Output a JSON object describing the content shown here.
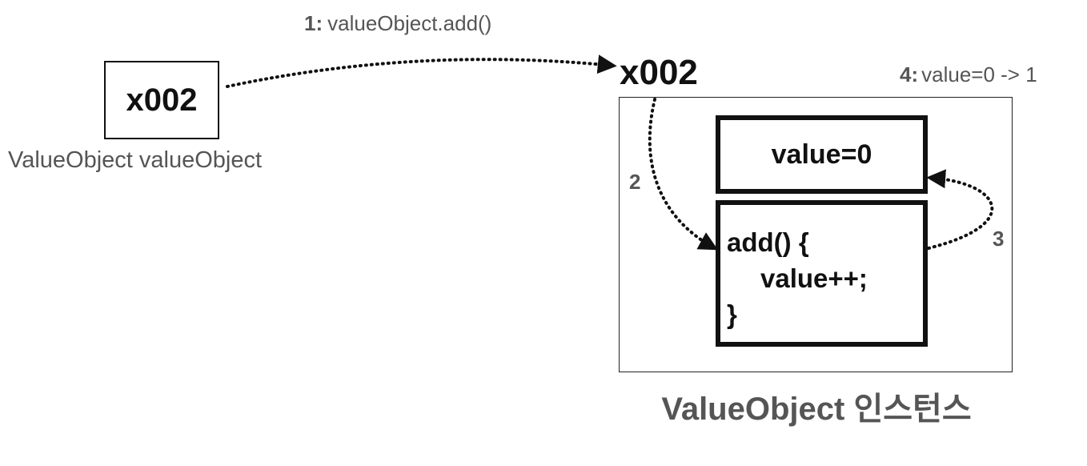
{
  "steps": {
    "step1": {
      "num": "1:",
      "text": "valueObject.add()"
    },
    "step2": {
      "num": "2"
    },
    "step3": {
      "num": "3"
    },
    "step4": {
      "num": "4:",
      "text": "value=0 -> 1"
    }
  },
  "reference": {
    "address": "x002",
    "caption": "ValueObject valueObject"
  },
  "instance": {
    "address": "x002",
    "field": "value=0",
    "method_lines": [
      "add() {",
      "value++;",
      "}"
    ],
    "caption": "ValueObject 인스턴스"
  }
}
